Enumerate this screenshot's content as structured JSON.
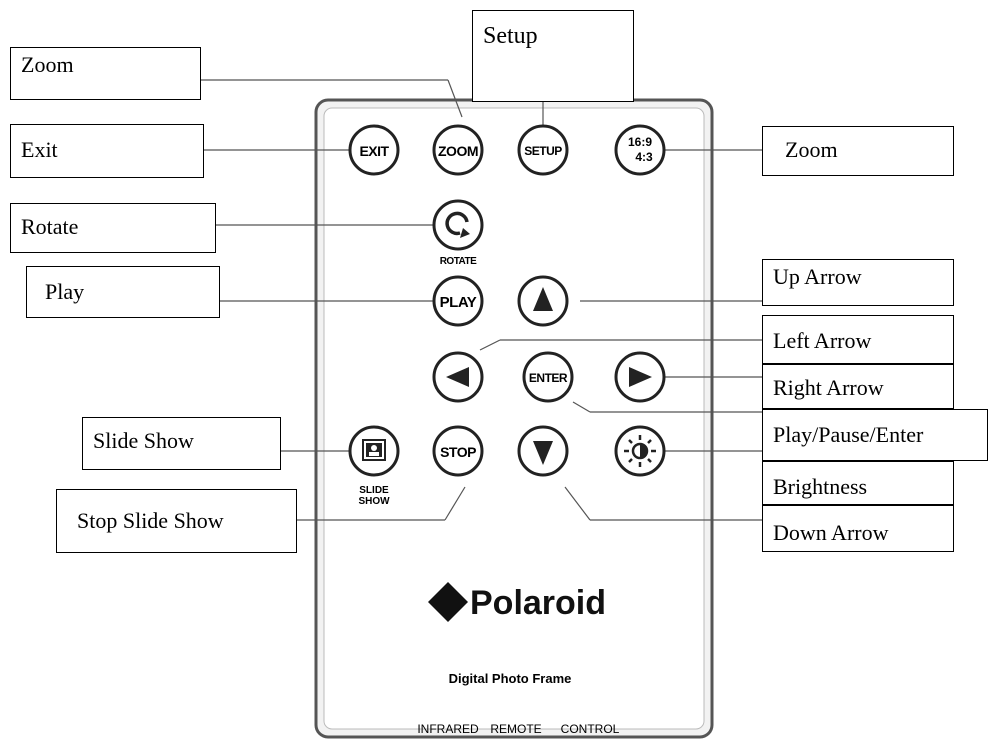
{
  "callouts": {
    "zoom_left": "Zoom",
    "setup": "Setup",
    "exit": "Exit",
    "zoom_right": "Zoom",
    "rotate": "Rotate",
    "play": "Play",
    "up_arrow": "Up Arrow",
    "left_arrow": "Left Arrow",
    "right_arrow": "Right Arrow",
    "slide_show": "Slide Show",
    "play_pause_enter": "Play/Pause/Enter",
    "brightness": "Brightness",
    "stop_slide_show": "Stop Slide Show",
    "down_arrow": "Down Arrow"
  },
  "remote": {
    "buttons": {
      "exit": "EXIT",
      "zoom": "ZOOM",
      "setup": "SETUP",
      "aspect_top": "16:9",
      "aspect_bottom": "4:3",
      "play": "PLAY",
      "enter": "ENTER",
      "stop": "STOP"
    },
    "captions": {
      "rotate": "ROTATE",
      "slide": "SLIDE",
      "show": "SHOW"
    },
    "brand": "Polaroid",
    "product": "Digital Photo Frame",
    "footer": [
      "INFRARED",
      "REMOTE",
      "CONTROL"
    ]
  },
  "colors": {
    "ink": "#000000",
    "outline": "#333333",
    "remote_fill": "#ffffff",
    "remote_border": "#555555"
  },
  "icons": [
    "rotate-icon",
    "up-arrow-icon",
    "left-arrow-icon",
    "right-arrow-icon",
    "down-arrow-icon",
    "slideshow-icon",
    "brightness-icon",
    "polaroid-diamond-icon"
  ]
}
